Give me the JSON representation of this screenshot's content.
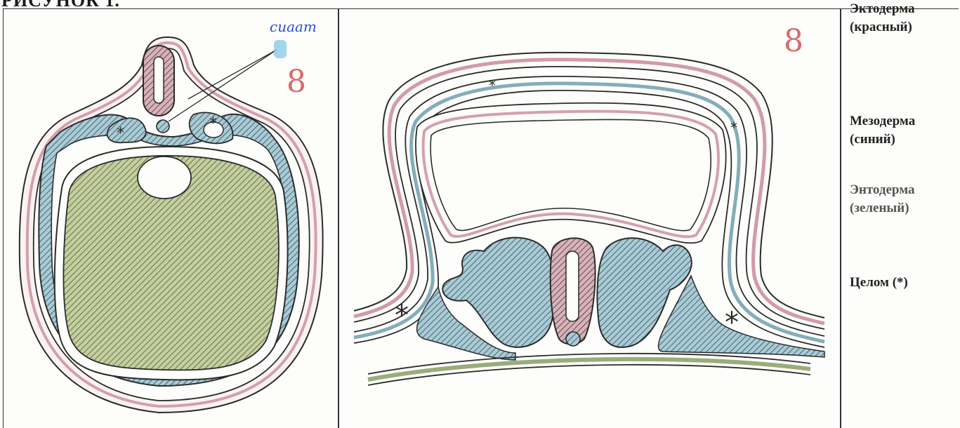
{
  "heading": "РИСУНОК 1.",
  "colors": {
    "ectoderm": "#c98a9a",
    "mesoderm": "#6f9fae",
    "endoderm": "#8fa36c",
    "outline": "#2b2b2b",
    "annotation": "#2a4fd6",
    "number_mark": "#d96a6a"
  },
  "left_panel": {
    "annotation_label": "сиаат",
    "number_mark": "8",
    "coelom_marks": [
      "*",
      "*"
    ]
  },
  "right_panel": {
    "number_mark": "8",
    "coelom_marks": [
      "*",
      "*",
      "*",
      "*"
    ]
  },
  "legend": {
    "ectoderm": {
      "name": "Эктодерма",
      "color_note": "(красный)"
    },
    "mesoderm": {
      "name": "Мезодерма",
      "color_note": "(синий)"
    },
    "endoderm": {
      "name": "Энтодерма",
      "color_note": "(зеленый)"
    },
    "coelom": {
      "name": "Целом (*)"
    }
  }
}
